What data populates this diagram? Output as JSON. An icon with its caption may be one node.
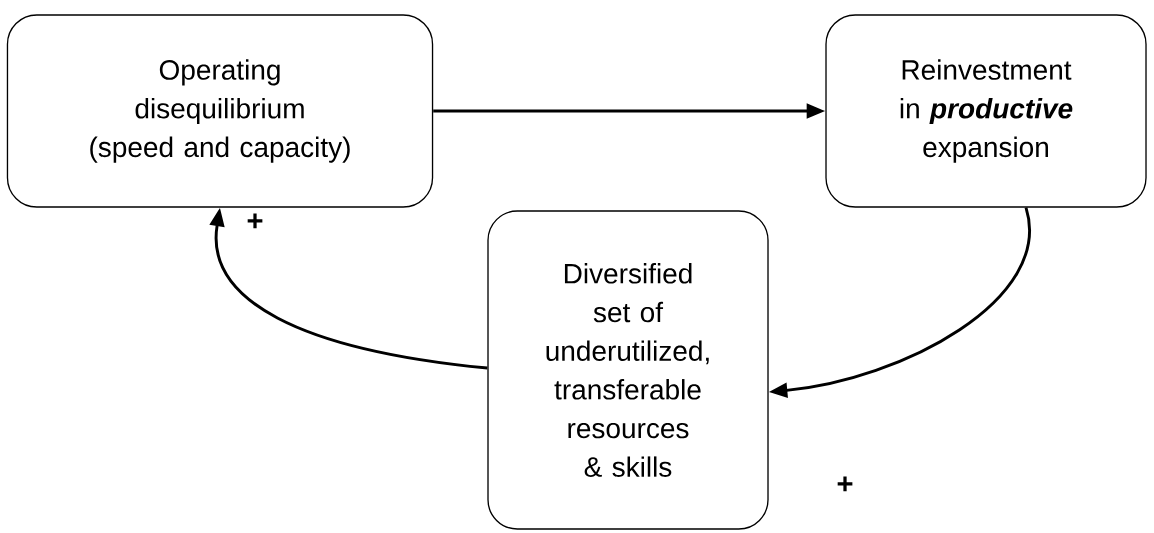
{
  "diagram": {
    "nodes": [
      {
        "text": [
          "Operating disequilibrium (speed and capacity)"
        ]
      },
      {
        "text": [
          "Reinvestment in **productive** expansion"
        ]
      },
      {
        "text": [
          "Diversified set of underutilized, transferable resources & skills"
        ]
      }
    ],
    "edges": [
      {
        "from": 0,
        "to": 1,
        "arrow": "to"
      },
      {
        "from": 1,
        "to": 2,
        "arrow": "to",
        "label": "+"
      },
      {
        "from": 2,
        "to": 0,
        "arrow": "to",
        "label": "+"
      }
    ]
  }
}
